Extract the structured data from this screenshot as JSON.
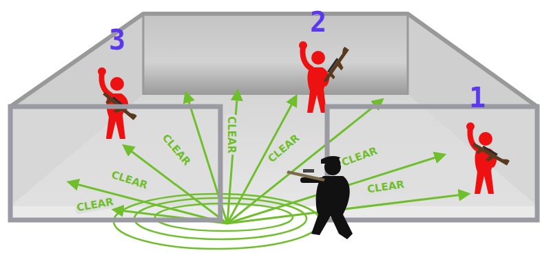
{
  "diagram": {
    "labels": [
      "3",
      "2",
      "1",
      "CLEAR",
      "CLEAR",
      "CLEAR",
      "CLEAR",
      "CLEAR",
      "CLEAR",
      "CLEAR"
    ]
  }
}
